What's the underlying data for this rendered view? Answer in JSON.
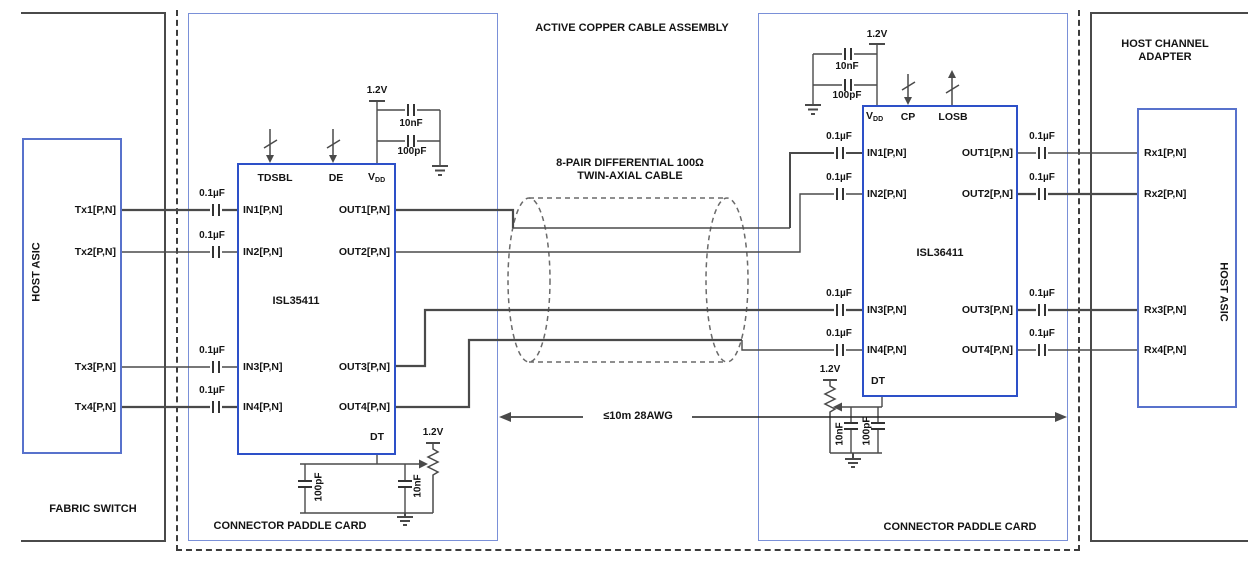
{
  "colors": {
    "wire": "#4a4a4a",
    "box_black": "#4a4a4a",
    "paddle_blue": "#7a90d8",
    "asic_blue": "#5872cc",
    "chip_blue": "#2d50c8",
    "text": "#141414"
  },
  "title": "ACTIVE COPPER CABLE ASSEMBLY",
  "cable": {
    "spec_line1": "8-PAIR DIFFERENTIAL 100Ω",
    "spec_line2": "TWIN-AXIAL CABLE",
    "length": "≤10m 28AWG"
  },
  "regions": {
    "fabric_switch": "FABRIC SWITCH",
    "host_channel_line1": "HOST CHANNEL",
    "host_channel_line2": "ADAPTER",
    "paddle_left": "CONNECTOR PADDLE CARD",
    "paddle_right": "CONNECTOR PADDLE CARD",
    "asic_left": "HOST ASIC",
    "asic_right": "HOST ASIC"
  },
  "left_chip": {
    "name": "ISL35411",
    "pin_tdsbl": "TDSBL",
    "pin_de": "DE",
    "v": "V",
    "vdd_sub": "DD",
    "pin_dt": "DT",
    "in1": "IN1[P,N]",
    "in2": "IN2[P,N]",
    "in3": "IN3[P,N]",
    "in4": "IN4[P,N]",
    "out1": "OUT1[P,N]",
    "out2": "OUT2[P,N]",
    "out3": "OUT3[P,N]",
    "out4": "OUT4[P,N]"
  },
  "right_chip": {
    "name": "ISL36411",
    "pin_cp": "CP",
    "pin_losb": "LOSB",
    "v": "V",
    "vdd_sub": "DD",
    "pin_dt": "DT",
    "in1": "IN1[P,N]",
    "in2": "IN2[P,N]",
    "in3": "IN3[P,N]",
    "in4": "IN4[P,N]",
    "out1": "OUT1[P,N]",
    "out2": "OUT2[P,N]",
    "out3": "OUT3[P,N]",
    "out4": "OUT4[P,N]"
  },
  "host": {
    "tx1": "Tx1[P,N]",
    "tx2": "Tx2[P,N]",
    "tx3": "Tx3[P,N]",
    "tx4": "Tx4[P,N]",
    "rx1": "Rx1[P,N]",
    "rx2": "Rx2[P,N]",
    "rx3": "Rx3[P,N]",
    "rx4": "Rx4[P,N]"
  },
  "values": {
    "coupling": "0.1µF",
    "c10nf": "10nF",
    "c100pf": "100pF",
    "supply": "1.2V"
  }
}
